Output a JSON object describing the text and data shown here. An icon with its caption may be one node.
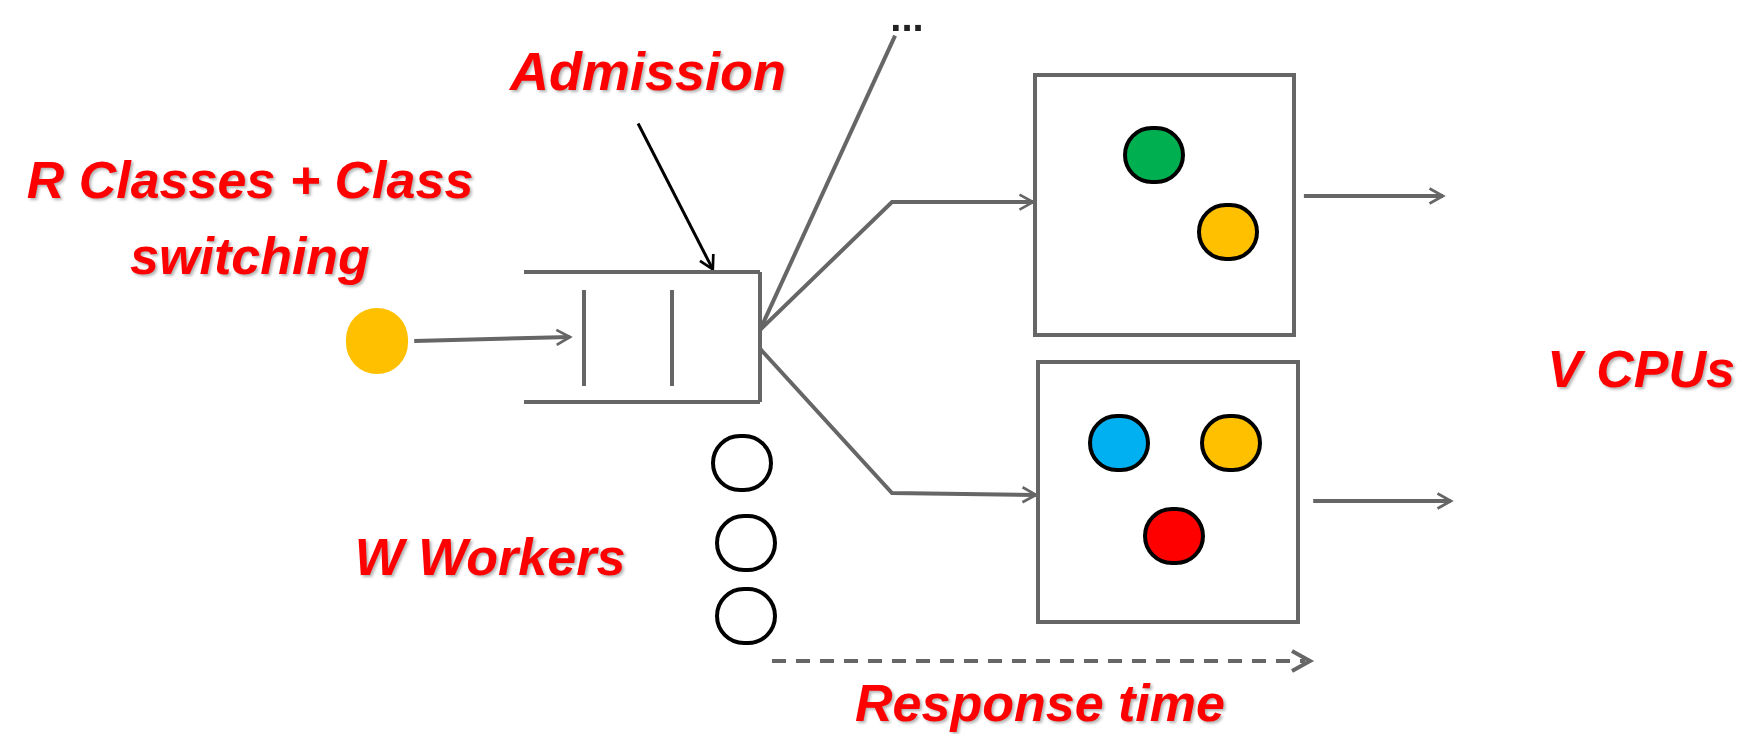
{
  "diagram": {
    "nodes": [
      {
        "text": [],
        "shape": "circle"
      },
      {
        "text": [],
        "shape": "box"
      },
      {
        "text": [
          "Admission"
        ]
      },
      {
        "text": [
          "..."
        ]
      },
      {
        "text": [],
        "shape": "box"
      },
      {
        "text": [],
        "shape": "box"
      },
      {
        "text": [],
        "shape": "circle",
        "in": 4
      },
      {
        "text": [],
        "shape": "circle",
        "in": 4
      },
      {
        "text": [],
        "shape": "circle",
        "in": 5
      },
      {
        "text": [],
        "shape": "circle",
        "in": 5
      },
      {
        "text": [],
        "shape": "circle",
        "in": 5
      },
      {
        "text": [],
        "shape": "circle"
      },
      {
        "text": [],
        "shape": "circle"
      },
      {
        "text": [],
        "shape": "circle"
      }
    ],
    "edges": [
      {
        "from": 0,
        "to": 1,
        "arrow": "to"
      },
      {
        "from": 2,
        "to": 1,
        "arrow": "to",
        "color": "#000000"
      },
      {
        "from": 1,
        "to": 3,
        "arrow": "none"
      },
      {
        "from": 1,
        "to": 4,
        "arrow": "to"
      },
      {
        "from": 1,
        "to": 5,
        "arrow": "to"
      },
      {
        "from": 4,
        "to": null,
        "arrow": "to"
      },
      {
        "from": 5,
        "to": null,
        "arrow": "to"
      }
    ],
    "labels": [
      "R Classes + Class switching",
      "W Workers",
      "V CPUs",
      "Response time"
    ]
  }
}
